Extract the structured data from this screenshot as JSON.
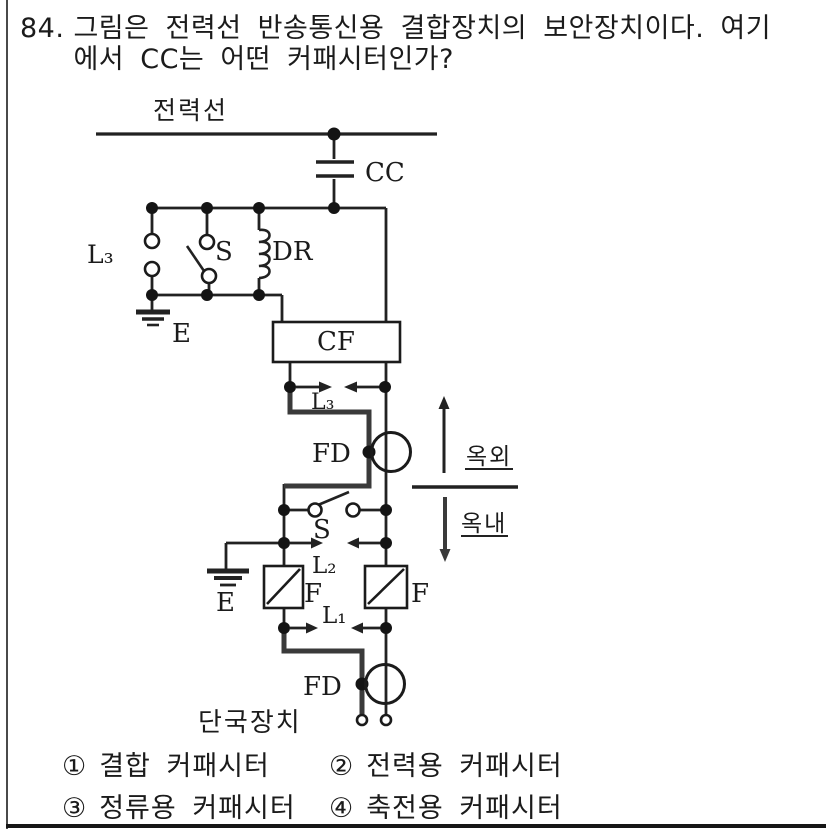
{
  "question": {
    "number": "84.",
    "line1": "그림은 전력선 반송통신용 결합장치의 보안장치이다. 여기",
    "line2": "에서 CC는 어떤 커패시터인가?"
  },
  "diagram": {
    "labels": {
      "power_line": "전력선",
      "cc": "CC",
      "l3_left": "L₃",
      "s_top": "S",
      "dr": "DR",
      "e_top": "E",
      "cf": "CF",
      "l3_mid": "L₃",
      "fd_top": "FD",
      "outdoor": "옥외",
      "indoor": "옥내",
      "s_mid": "S",
      "l2": "L₂",
      "e_mid": "E",
      "f_left": "F",
      "f_right": "F",
      "l1": "L₁",
      "fd_bottom": "FD",
      "terminal": "단국장치"
    }
  },
  "options": [
    {
      "num": "①",
      "label": "결합 커패시터"
    },
    {
      "num": "②",
      "label": "전력용 커패시터"
    },
    {
      "num": "③",
      "label": "정류용 커패시터"
    },
    {
      "num": "④",
      "label": "축전용 커패시터"
    }
  ]
}
